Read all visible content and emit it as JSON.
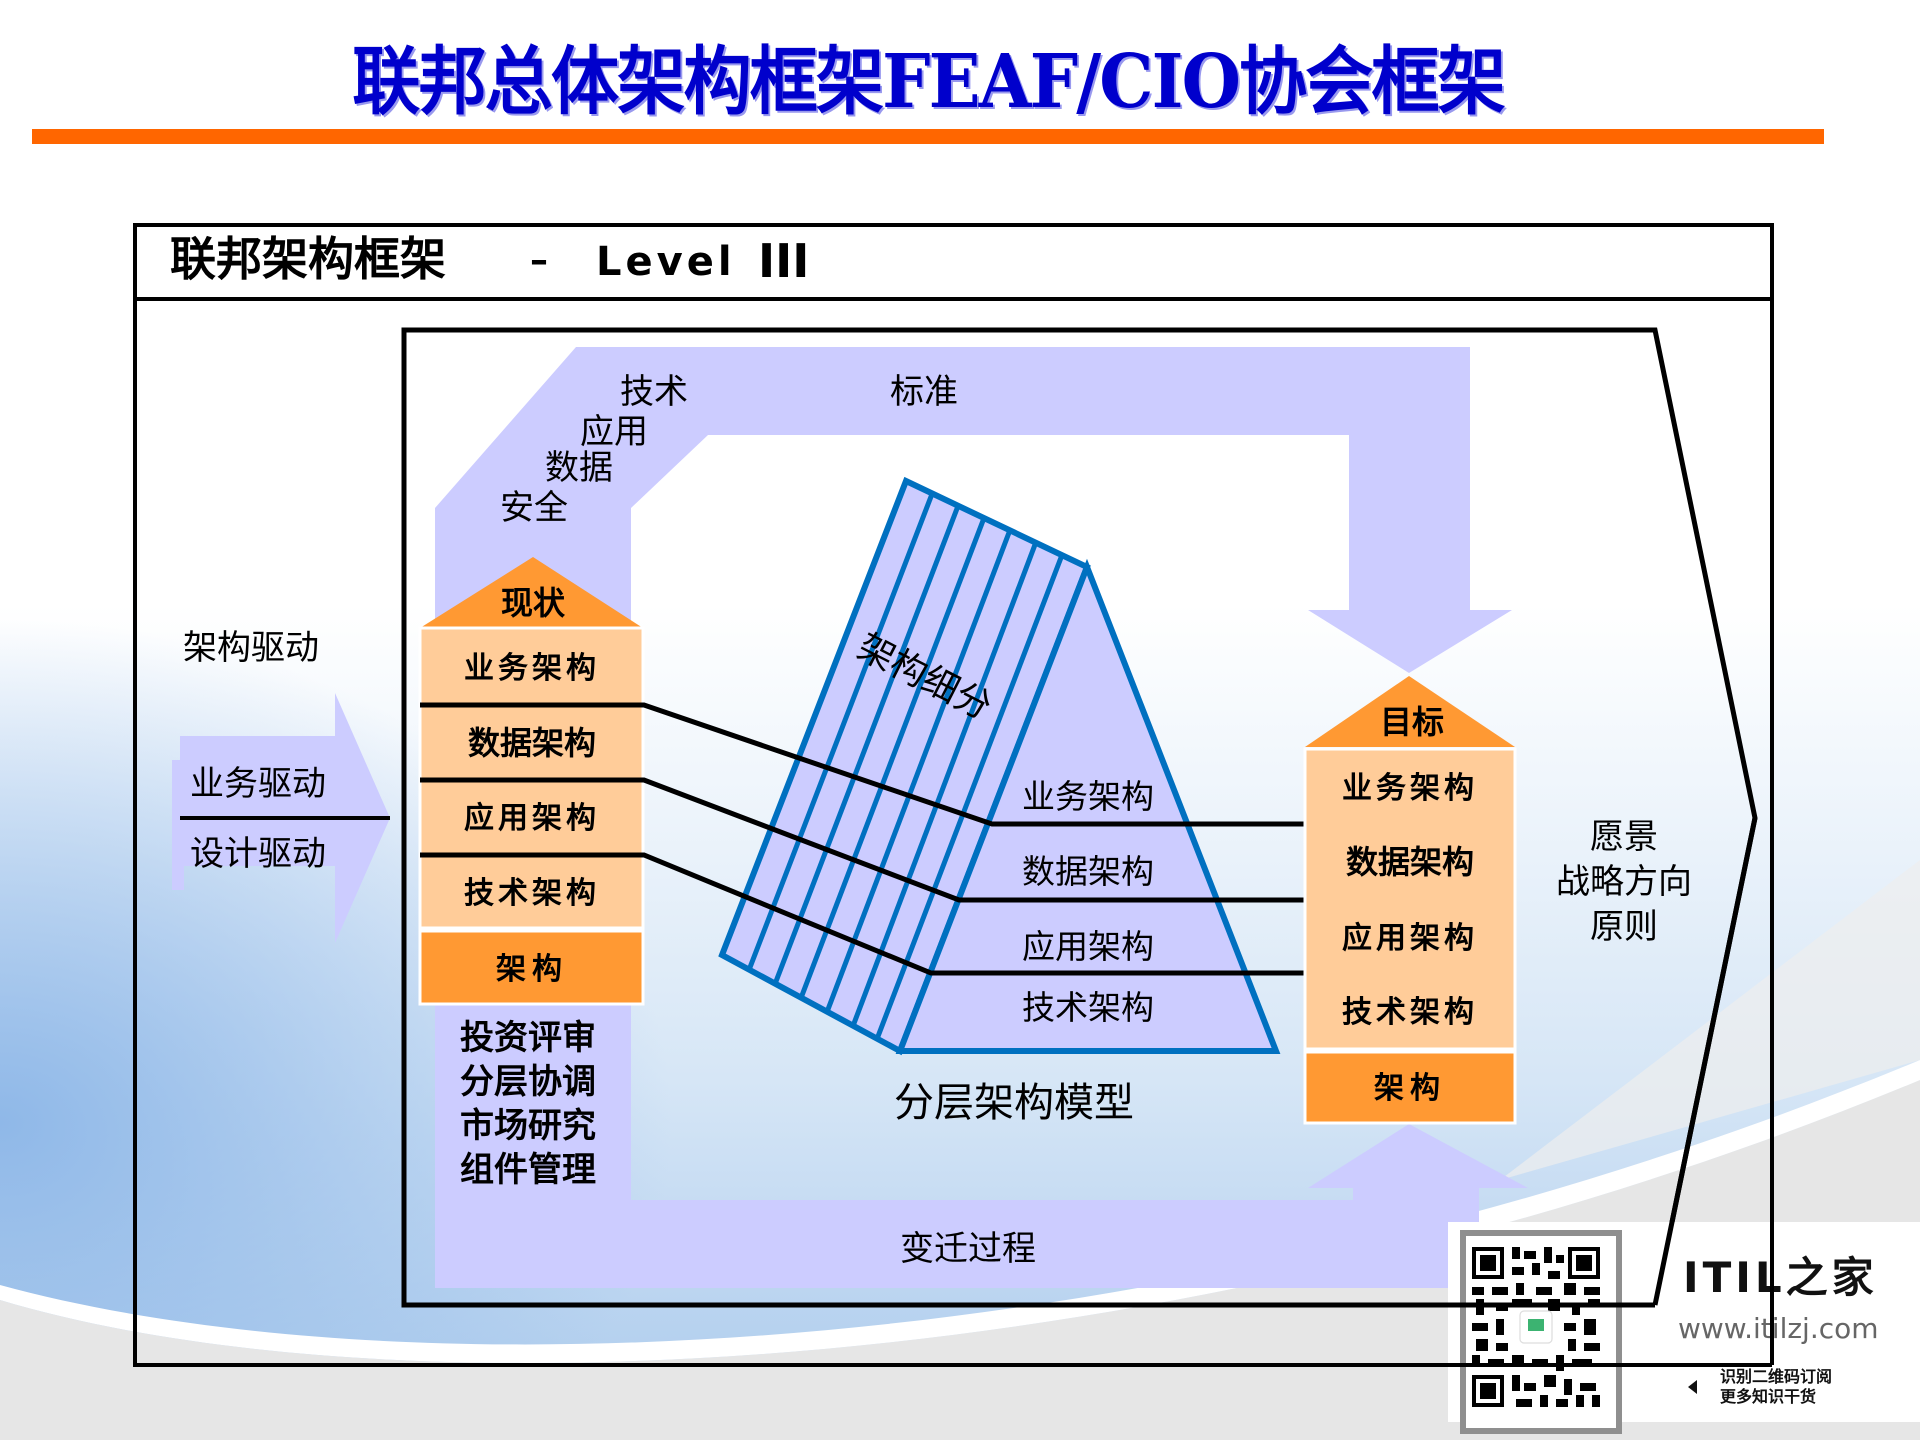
{
  "slide": {
    "title": "联邦总体架构框架FEAF/CIO协会框架",
    "colors": {
      "title": "#0000CC",
      "title_bar": "#FF6600",
      "lavender": "#CCCCFF",
      "orange": "#FF9933",
      "light_orange": "#FFCC99",
      "pyramid_stroke": "#0070C0"
    }
  },
  "frame": {
    "header_cn": "联邦架构框架",
    "header_dash": "–",
    "header_level": "Level",
    "header_roman": "III"
  },
  "flow": {
    "top_band_labels": [
      "技术",
      "应用",
      "数据",
      "安全"
    ],
    "standard_label": "标准",
    "driver_heading": "架构驱动",
    "driver_arrow": [
      "业务驱动",
      "设计驱动"
    ],
    "transition_label": "变迁过程",
    "process_items": [
      "投资评审",
      "分层协调",
      "市场研究",
      "组件管理"
    ]
  },
  "current_state": {
    "label": "现状",
    "layers": [
      "业务架构",
      "数据架构",
      "应用架构",
      "技术架构"
    ],
    "base": "架构"
  },
  "target_state": {
    "label": "目标",
    "layers": [
      "业务架构",
      "数据架构",
      "应用架构",
      "技术架构"
    ],
    "base": "架构"
  },
  "pyramid": {
    "slice_label": "架构细分",
    "layers": [
      "业务架构",
      "数据架构",
      "应用架构",
      "技术架构"
    ],
    "caption": "分层架构模型"
  },
  "vision": {
    "lines": [
      "愿景",
      "战略方向",
      "原则"
    ]
  },
  "watermark": {
    "brand": "ITIL之家",
    "url": "www.itilzj.com",
    "hint_lines": [
      "识别二维码订阅",
      "更多知识干货"
    ]
  }
}
